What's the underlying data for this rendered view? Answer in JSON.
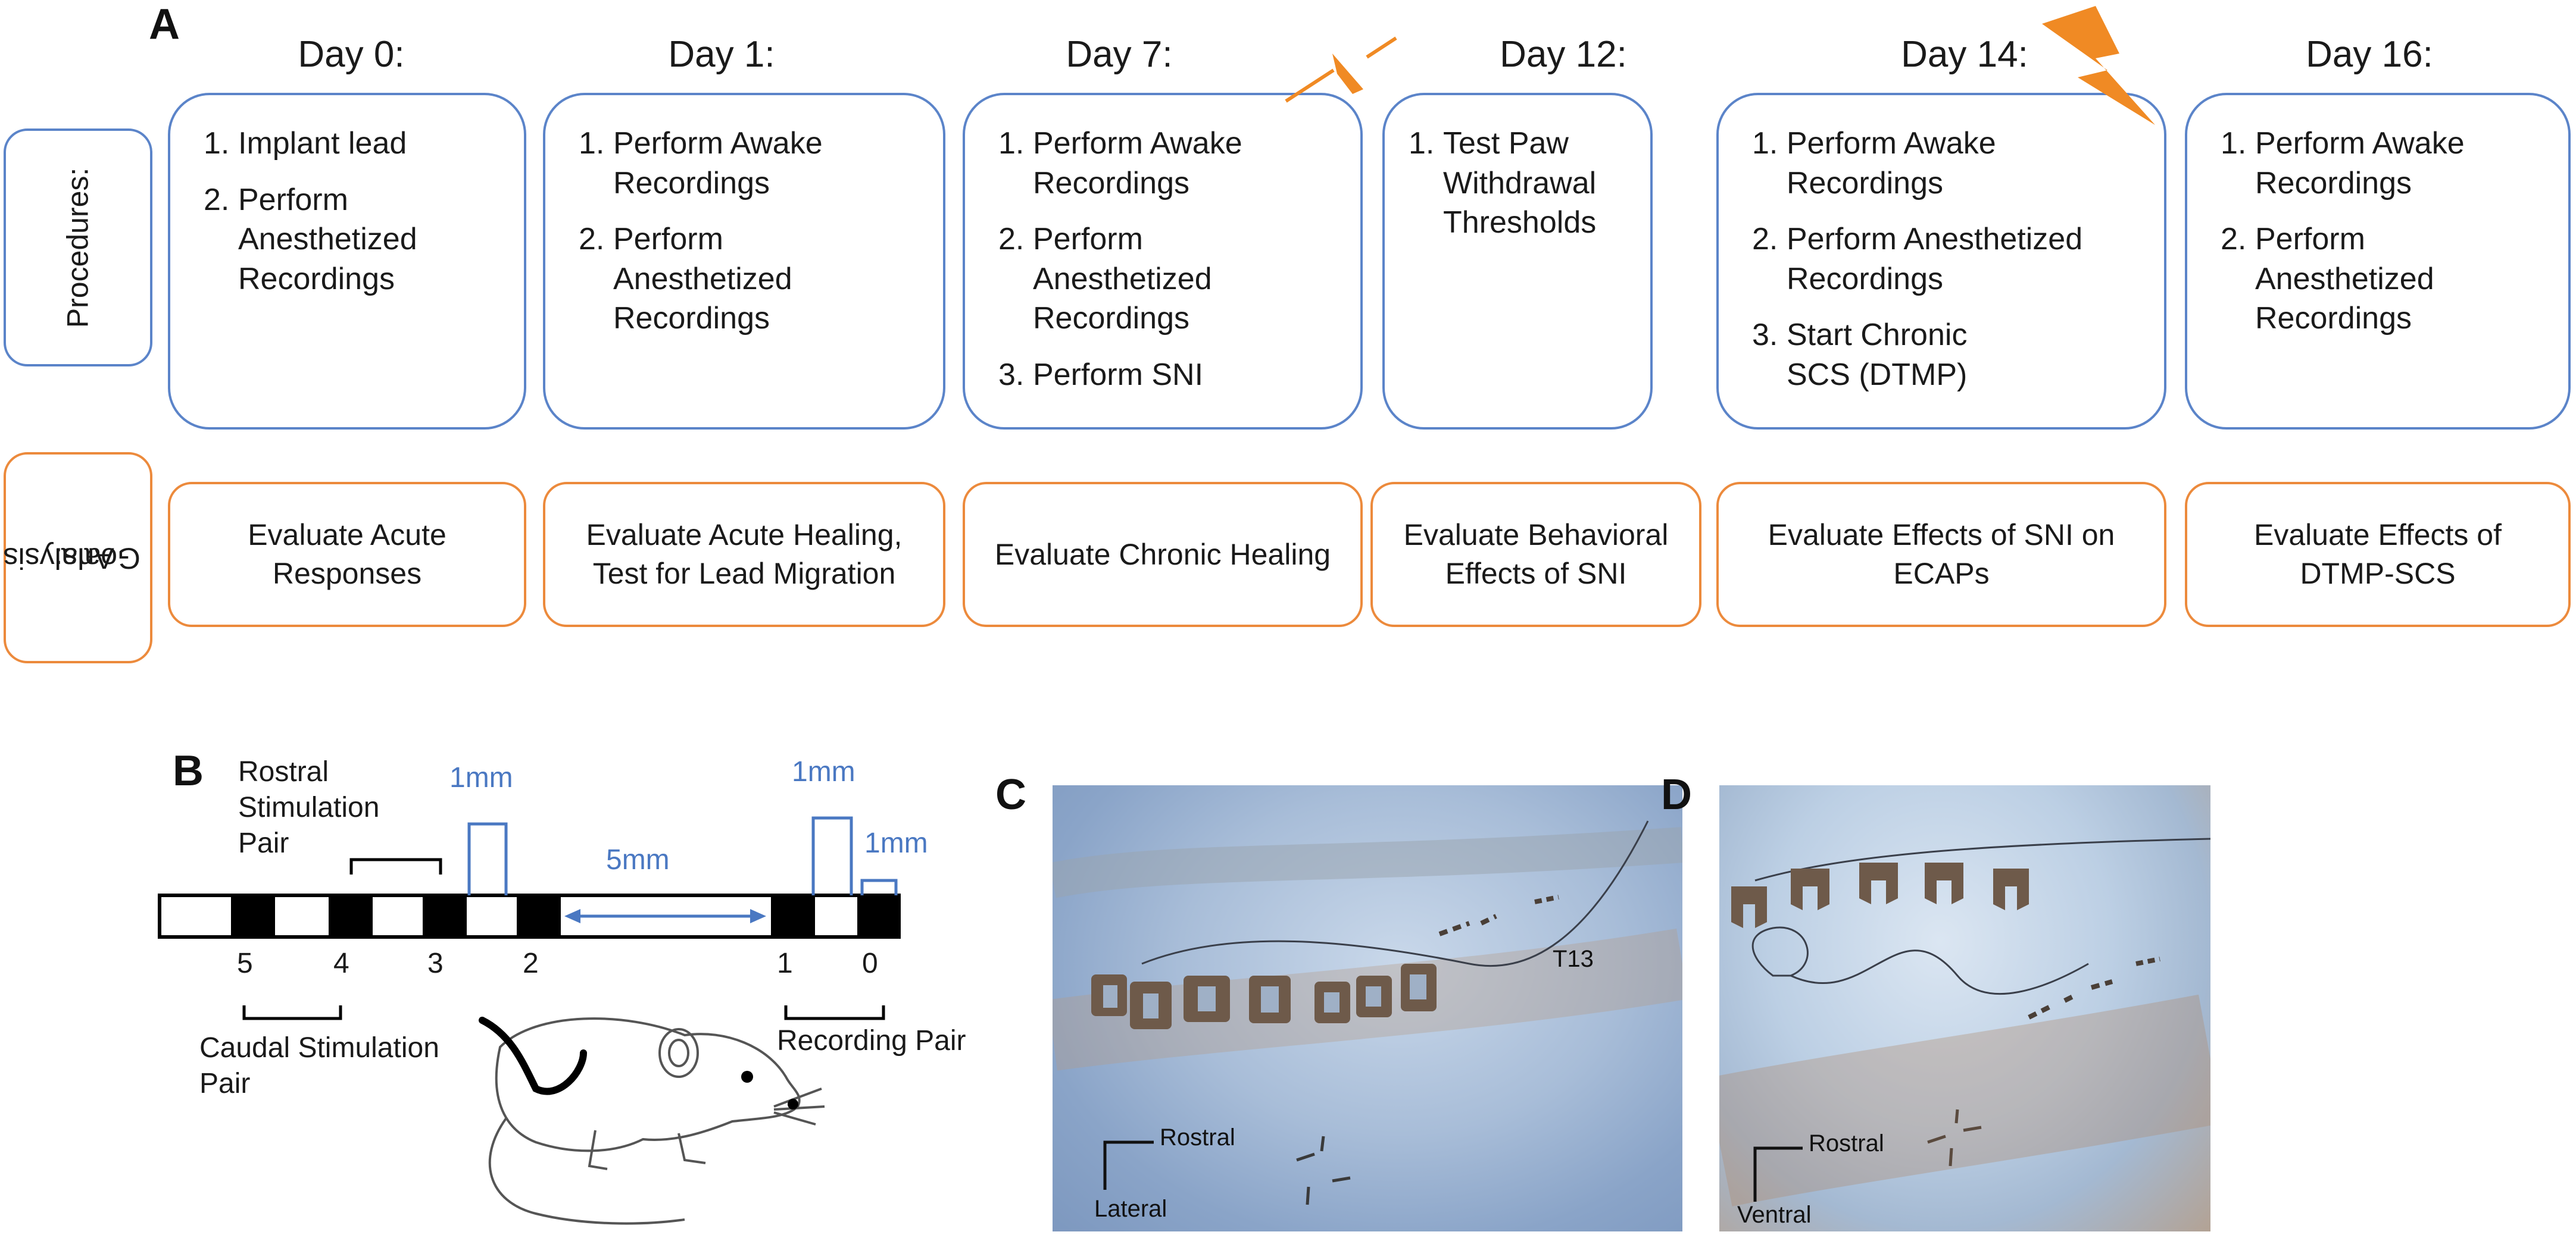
{
  "panels": {
    "a": "A",
    "b": "B",
    "c": "C",
    "d": "D"
  },
  "side_labels": {
    "procedures": "Procedures:",
    "analysis_goals_line1": "Analysis",
    "analysis_goals_line2": "Goals:"
  },
  "timeline": [
    {
      "day": "Day 0:",
      "procedures": [
        "Implant lead",
        "Perform Anesthetized Recordings"
      ],
      "goal": "Evaluate Acute Responses"
    },
    {
      "day": "Day 1:",
      "procedures": [
        "Perform Awake Recordings",
        "Perform Anesthetized Recordings"
      ],
      "goal": "Evaluate Acute Healing, Test for Lead Migration"
    },
    {
      "day": "Day 7:",
      "procedures": [
        "Perform Awake Recordings",
        "Perform Anesthetized Recordings",
        "Perform SNI"
      ],
      "goal": "Evaluate Chronic Healing"
    },
    {
      "day": "Day 12:",
      "procedures": [
        "Test Paw Withdrawal Thresholds"
      ],
      "goal": "Evaluate Behavioral Effects of SNI"
    },
    {
      "day": "Day 14:",
      "procedures": [
        "Perform Awake Recordings",
        "Perform Anesthetized Recordings",
        "Start Chronic SCS (DTMP)"
      ],
      "goal": "Evaluate Effects of SNI on ECAPs"
    },
    {
      "day": "Day 16:",
      "procedures": [
        "Perform Awake Recordings",
        "Perform Anesthetized Recordings"
      ],
      "goal": "Evaluate Effects of DTMP-SCS"
    }
  ],
  "numbers": {
    "n1": "1.",
    "n2": "2.",
    "n3": "3."
  },
  "panel_b": {
    "rostral_pair": "Rostral Stimulation Pair",
    "caudal_pair": "Caudal Stimulation Pair",
    "recording_pair": "Recording Pair",
    "dim_1mm_a": "1mm",
    "dim_1mm_b": "1mm",
    "dim_1mm_c": "1mm",
    "dim_5mm": "5mm",
    "electrodes": [
      "5",
      "4",
      "3",
      "2",
      "1",
      "0"
    ]
  },
  "panel_c": {
    "vertebra": "T13",
    "axis_rostral": "Rostral",
    "axis_lateral": "Lateral"
  },
  "panel_d": {
    "axis_rostral": "Rostral",
    "axis_ventral": "Ventral"
  },
  "colors": {
    "procedure_border": "#5b84c9",
    "goal_border": "#ec8a3c",
    "lightning": "#f08a24",
    "dimension": "#4a78c2"
  }
}
